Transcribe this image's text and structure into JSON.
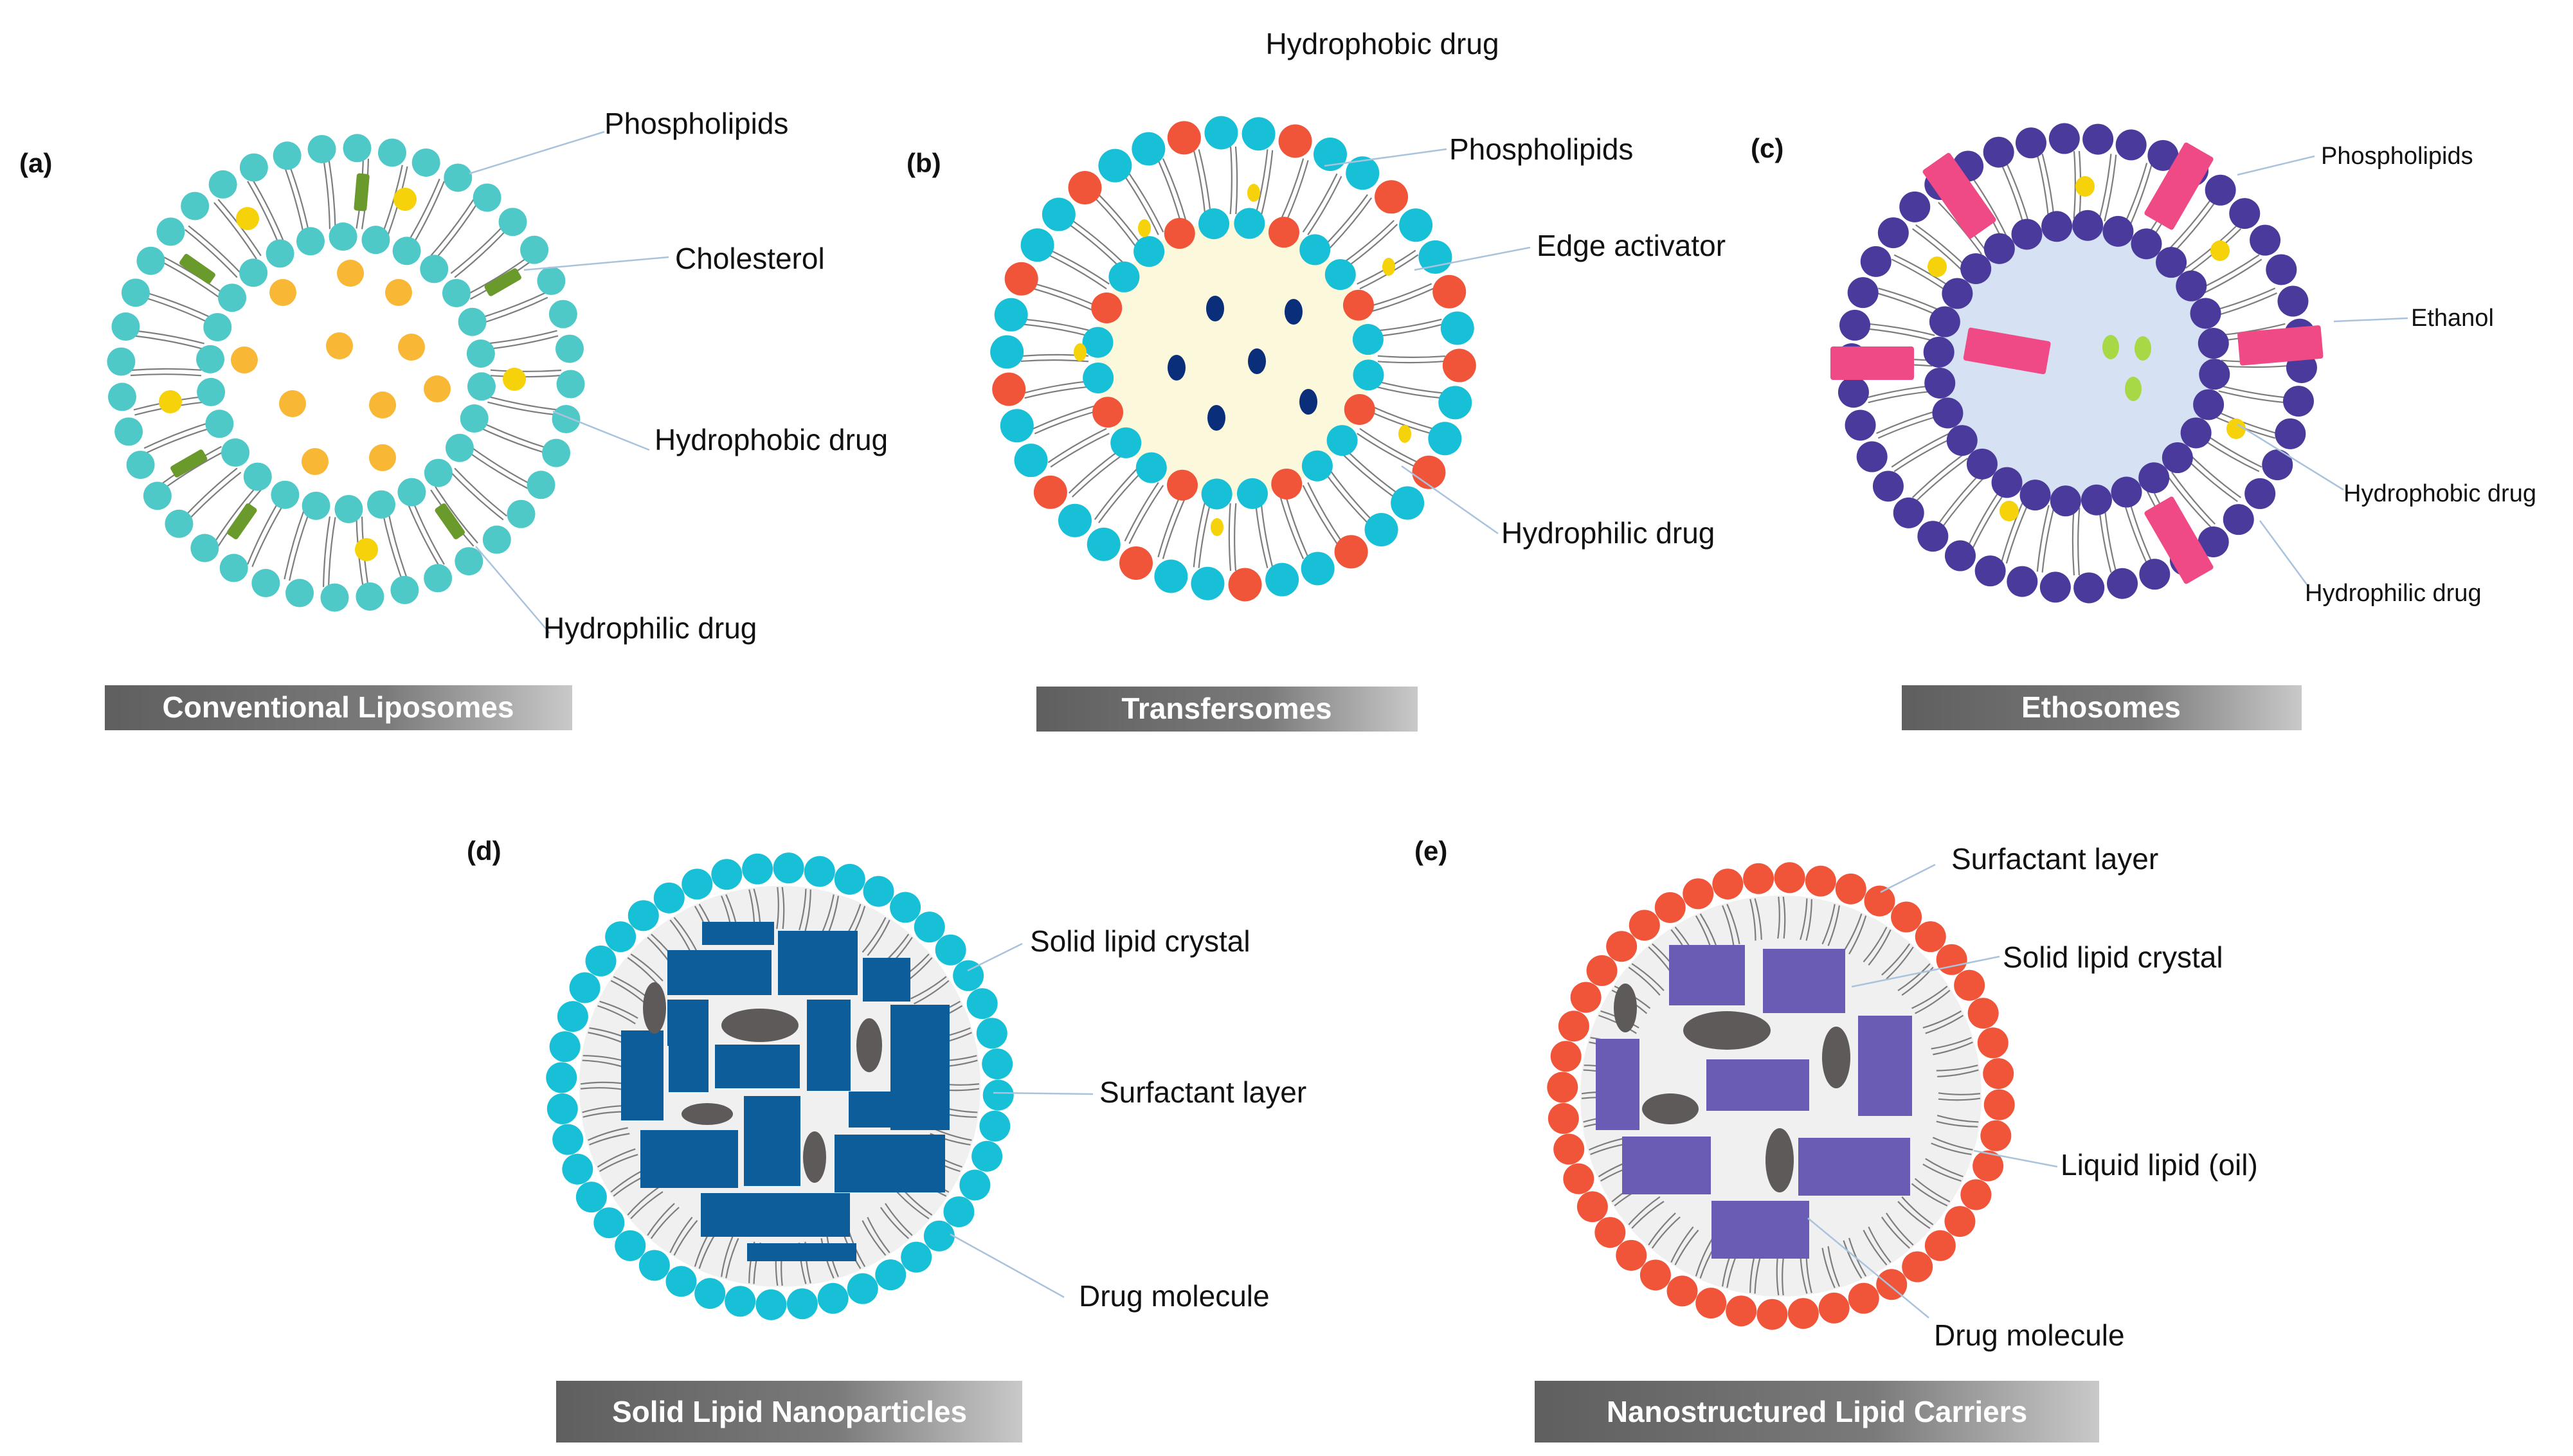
{
  "panels": {
    "a": {
      "letter": "(a)",
      "title": "Conventional Liposomes",
      "labels": {
        "phospholipids": "Phospholipids",
        "cholesterol": "Cholesterol",
        "hydrophobic": "Hydrophobic drug",
        "hydrophilic": "Hydrophilic drug"
      }
    },
    "b": {
      "letter": "(b)",
      "title": "Transfersomes",
      "labels": {
        "hydrophobic": "Hydrophobic drug",
        "phospholipids": "Phospholipids",
        "edge": "Edge activator",
        "hydrophilic": "Hydrophilic drug"
      }
    },
    "c": {
      "letter": "(c)",
      "title": "Ethosomes",
      "labels": {
        "phospholipids": "Phospholipids",
        "ethanol": "Ethanol",
        "hydrophobic": "Hydrophobic drug",
        "hydrophilic": "Hydrophilic drug"
      }
    },
    "d": {
      "letter": "(d)",
      "title": "Solid Lipid Nanoparticles",
      "labels": {
        "crystal": "Solid lipid crystal",
        "surfactant": "Surfactant layer",
        "drug": "Drug molecule"
      }
    },
    "e": {
      "letter": "(e)",
      "title": "Nanostructured Lipid Carriers",
      "labels": {
        "surfactant": "Surfactant layer",
        "crystal": "Solid lipid crystal",
        "oil": "Liquid lipid (oil)",
        "drug": "Drug molecule"
      }
    }
  },
  "colors": {
    "cyan_head": "#17c0d6",
    "teal_head": "#4ec9c8",
    "red_head": "#f0553a",
    "purple_head": "#4a3a9c",
    "blue_crystal": "#0d5d9a",
    "violet_crystal": "#6a5cb5",
    "cholesterol": "#6a9a2c",
    "ethanol": "#ef4a86",
    "hydrophobic_drug": "#f5d20a",
    "hydrophilic_drug": "#f9b736",
    "hydrophilic_drug_b": "#0b2e7a",
    "hydrophilic_drug_c": "#a7d846",
    "drug_molecule": "#5e5a5a",
    "core_b": "#fbf8dc",
    "core_c": "#d6e2f4",
    "core_solid": "#f0f0f0",
    "title_bar": "#6b6b6b"
  }
}
